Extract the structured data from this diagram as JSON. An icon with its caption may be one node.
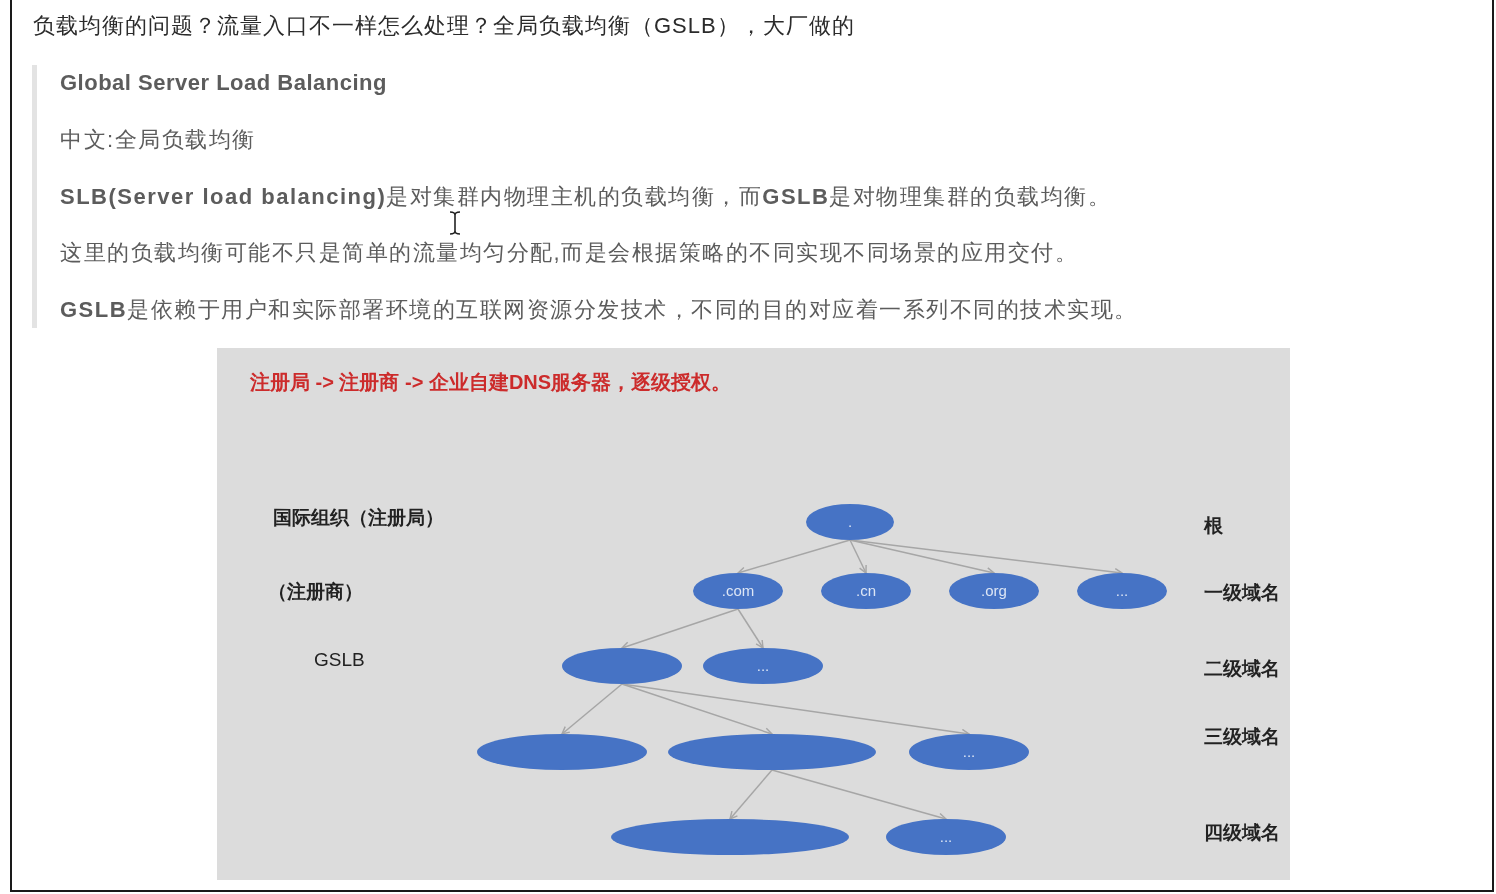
{
  "diagram": {
    "title": "负载均衡的问题？流量入口不一样怎么处理？全局负载均衡（GSLB），大厂做的",
    "nodes": [
      {
        "text": [
          "."
        ]
      },
      {
        "text": [
          ".com"
        ]
      },
      {
        "text": [
          ".cn"
        ]
      },
      {
        "text": [
          ".org"
        ]
      },
      {
        "text": [
          "..."
        ]
      },
      {
        "text": [],
        "shape": "ellipse"
      },
      {
        "text": [
          "..."
        ]
      },
      {
        "text": [],
        "shape": "ellipse"
      },
      {
        "text": [],
        "shape": "ellipse"
      },
      {
        "text": [
          "..."
        ]
      },
      {
        "text": [],
        "shape": "ellipse"
      },
      {
        "text": [
          "..."
        ]
      }
    ],
    "edges": [
      {
        "from": 0,
        "to": 1,
        "arrow": "to"
      },
      {
        "from": 0,
        "to": 2,
        "arrow": "to"
      },
      {
        "from": 0,
        "to": 3,
        "arrow": "to"
      },
      {
        "from": 0,
        "to": 4,
        "arrow": "to"
      },
      {
        "from": 1,
        "to": 5,
        "arrow": "to"
      },
      {
        "from": 1,
        "to": 6,
        "arrow": "to"
      },
      {
        "from": 5,
        "to": 7,
        "arrow": "to"
      },
      {
        "from": 5,
        "to": 8,
        "arrow": "to"
      },
      {
        "from": 5,
        "to": 9,
        "arrow": "to"
      },
      {
        "from": 8,
        "to": 10,
        "arrow": "to"
      },
      {
        "from": 8,
        "to": 11,
        "arrow": "to"
      }
    ],
    "labels": [
      "Global Server Load Balancing",
      "中文:全局负载均衡",
      "**SLB(Server load balancing)**是对集群内物理主机的负载均衡，而**GSLB**是对物理集群的负载均衡。",
      "这里的负载均衡可能不只是简单的流量均匀分配,而是会根据策略的不同实现不同场景的应用交付。",
      "**GSLB**是依赖于用户和实际部署环境的互联网资源分发技术，不同的目的对应着一系列不同的技术实现。",
      "注册局 -> 注册商 -> 企业自建DNS服务器，逐级授权。",
      "国际组织（注册局）",
      "根",
      "（注册商）",
      "一级域名",
      "GSLB",
      "二级域名",
      "三级域名",
      "四级域名"
    ]
  }
}
